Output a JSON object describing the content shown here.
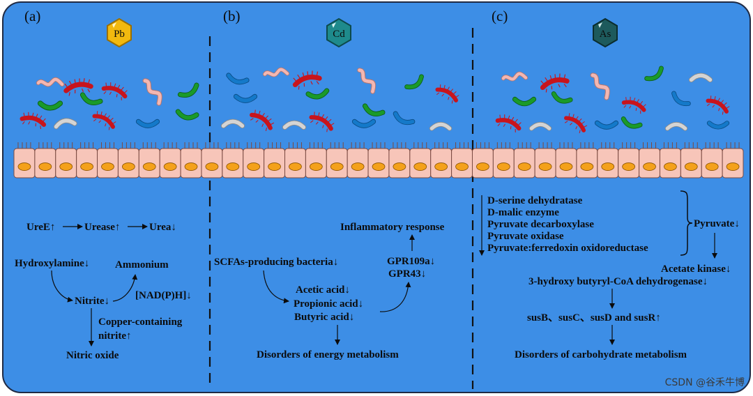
{
  "panels": [
    {
      "label": "(a)",
      "element": "Pb",
      "badge_color": "#f2b90f",
      "badge_text_color": "#1a1a1a"
    },
    {
      "label": "(b)",
      "element": "Cd",
      "badge_color": "#1e8a8c",
      "badge_text_color": "#0b0b0b"
    },
    {
      "label": "(c)",
      "element": "As",
      "badge_color": "#1d5a5c",
      "badge_text_color": "#0b0b0b"
    }
  ],
  "panel_a": {
    "urease_chain": [
      "UreE↑",
      "Urease↑",
      "Urea↓"
    ],
    "hydroxylamine": "Hydroxylamine↓",
    "ammonium": "Ammonium",
    "nitrite": "Nitrite↓",
    "nadph": "[NAD(P)H]↓",
    "copper_line1": "Copper-containing",
    "copper_line2": "nitrite↑",
    "nitric_oxide": "Nitric oxide"
  },
  "panel_b": {
    "inflammatory": "Inflammatory response",
    "scfa_bacteria": "SCFAs-producing bacteria↓",
    "gpr109a": "GPR109a↓",
    "gpr43": "GPR43↓",
    "acetic": "Acetic acid↓",
    "propionic": "Propionic acid↓",
    "butyric": "Butyric acid↓",
    "energy": "Disorders of energy metabolism"
  },
  "panel_c": {
    "enzymes": [
      "D-serine dehydratase",
      "D-malic enzyme",
      "Pyruvate decarboxylase",
      "Pyruvate oxidase",
      "Pyruvate:ferredoxin oxidoreductase"
    ],
    "pyruvate": "Pyruvate↓",
    "acetate_kinase": "Acetate kinase↓",
    "hydroxybutyryl": "3-hydroxy butyryl-CoA dehydrogenase↓",
    "sus": "susB、susC、susD and susR↑",
    "carbohydrate": "Disorders of carbohydrate metabolism"
  },
  "watermark": "CSDN @谷禾牛博",
  "colors": {
    "background": "#3d8ee6",
    "border": "#1f2a44",
    "cell_fill": "#f7c5b9",
    "cell_stroke": "#7a4a42",
    "nucleus": "#f4a11b",
    "bacteria_red": "#c8141c",
    "bacteria_green": "#1a9a2a",
    "bacteria_blue": "#1479c9",
    "bacteria_gray": "#c9c9c9",
    "bacteria_pink": "#f3b7b2"
  }
}
